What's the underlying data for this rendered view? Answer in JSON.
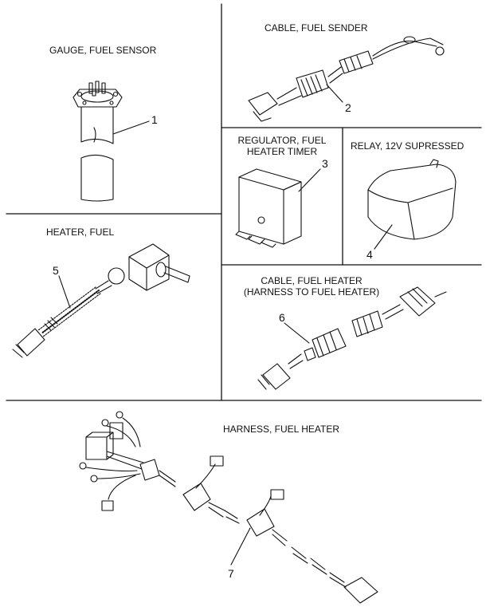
{
  "panels": {
    "gauge": {
      "title": "GAUGE, FUEL SENSOR",
      "callout": "1"
    },
    "cable_sender": {
      "title": "CABLE, FUEL SENDER",
      "callout": "2"
    },
    "regulator": {
      "title_line1": "REGULATOR, FUEL",
      "title_line2": "HEATER TIMER",
      "callout": "3"
    },
    "relay": {
      "title": "RELAY, 12V SUPRESSED",
      "callout": "4"
    },
    "heater": {
      "title": "HEATER, FUEL",
      "callout": "5"
    },
    "cable_heater": {
      "title_line1": "CABLE, FUEL HEATER",
      "title_line2": "(HARNESS TO FUEL HEATER)",
      "callout": "6"
    },
    "harness": {
      "title": "HARNESS, FUEL HEATER",
      "callout": "7"
    }
  }
}
